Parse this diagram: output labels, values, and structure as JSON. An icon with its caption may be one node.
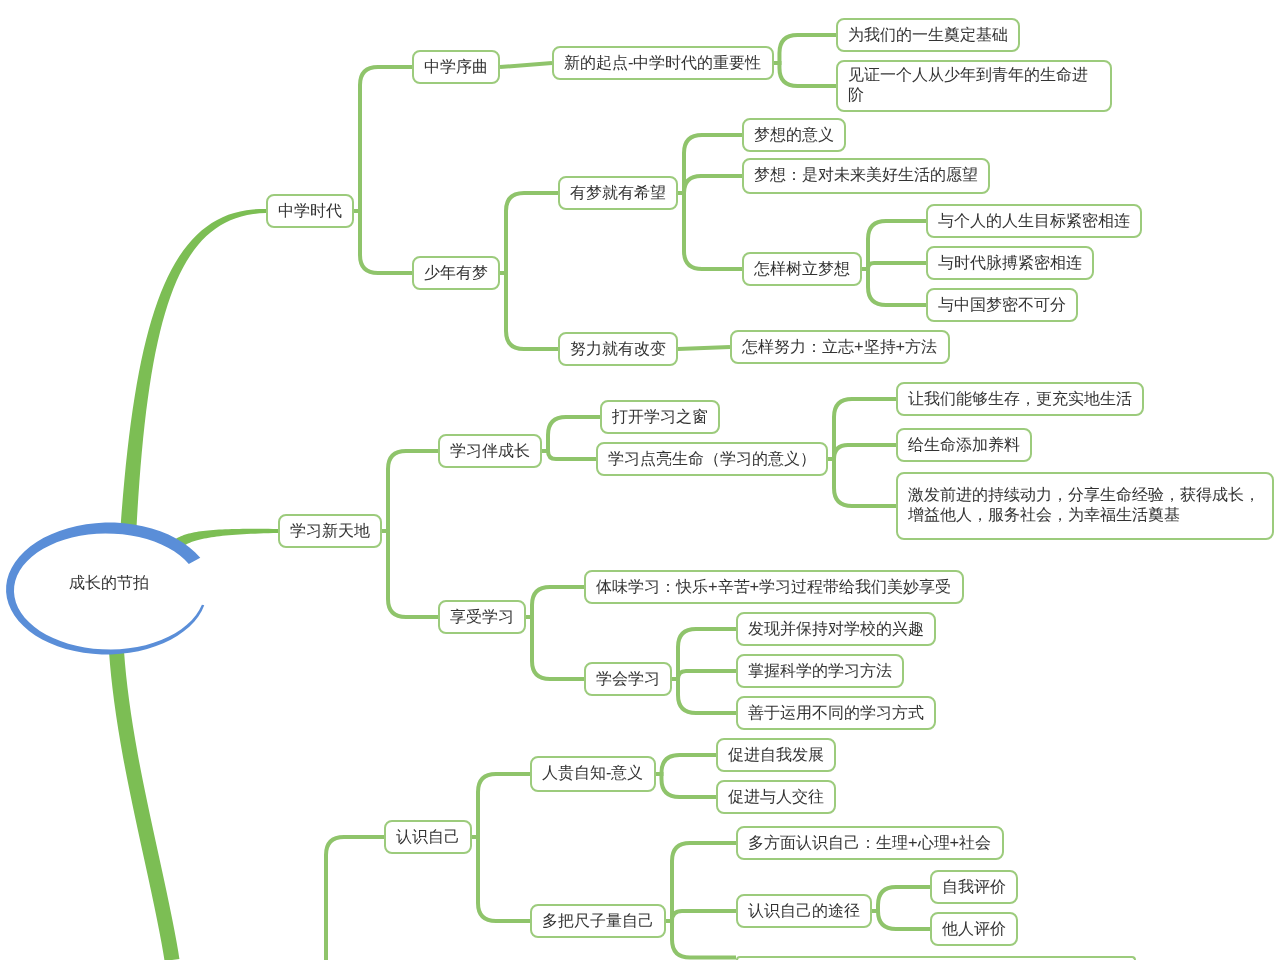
{
  "diagram": {
    "nodes": [
      {
        "text": [
          "成长的节拍"
        ]
      },
      {
        "text": [
          "中学时代"
        ]
      },
      {
        "text": [
          "中学序曲"
        ]
      },
      {
        "text": [
          "新的起点-中学时代的重要性"
        ]
      },
      {
        "text": [
          "为我们的一生奠定基础"
        ]
      },
      {
        "text": [
          "见证一个人从少年到青年的生命进阶"
        ]
      },
      {
        "text": [
          "少年有梦"
        ]
      },
      {
        "text": [
          "有梦就有希望"
        ]
      },
      {
        "text": [
          "梦想的意义"
        ]
      },
      {
        "text": [
          "梦想：是对未来美好生活的愿望"
        ]
      },
      {
        "text": [
          "怎样树立梦想"
        ]
      },
      {
        "text": [
          "与个人的人生目标紧密相连"
        ]
      },
      {
        "text": [
          "与时代脉搏紧密相连"
        ]
      },
      {
        "text": [
          "与中国梦密不可分"
        ]
      },
      {
        "text": [
          "努力就有改变"
        ]
      },
      {
        "text": [
          "怎样努力：立志+坚持+方法"
        ]
      },
      {
        "text": [
          "学习新天地"
        ]
      },
      {
        "text": [
          "学习伴成长"
        ]
      },
      {
        "text": [
          "打开学习之窗"
        ]
      },
      {
        "text": [
          "学习点亮生命（学习的意义）"
        ]
      },
      {
        "text": [
          "让我们能够生存，更充实地生活"
        ]
      },
      {
        "text": [
          "给生命添加养料"
        ]
      },
      {
        "text": [
          "激发前进的持续动力，分享生命经验，获得成长，增益他人，服务社会，为幸福生活奠基"
        ]
      },
      {
        "text": [
          "享受学习"
        ]
      },
      {
        "text": [
          "体味学习：快乐+辛苦+学习过程带给我们美妙享受"
        ]
      },
      {
        "text": [
          "学会学习"
        ]
      },
      {
        "text": [
          "发现并保持对学校的兴趣"
        ]
      },
      {
        "text": [
          "掌握科学的学习方法"
        ]
      },
      {
        "text": [
          "善于运用不同的学习方式"
        ]
      },
      {
        "text": [
          "认识自己"
        ]
      },
      {
        "text": [
          "人贵自知-意义"
        ]
      },
      {
        "text": [
          "促进自我发展"
        ]
      },
      {
        "text": [
          "促进与人交往"
        ]
      },
      {
        "text": [
          "多把尺子量自己"
        ]
      },
      {
        "text": [
          "多方面认识自己：生理+心理+社会"
        ]
      },
      {
        "text": [
          "认识自己的途径"
        ]
      },
      {
        "text": [
          "自我评价"
        ]
      },
      {
        "text": [
          "他人评价"
        ]
      },
      {
        "text": [],
        "shape": "box"
      }
    ],
    "edges": [
      {
        "from": 0,
        "to": 1,
        "arrow": "none",
        "style": "thick"
      },
      {
        "from": 1,
        "to": 2,
        "arrow": "none"
      },
      {
        "from": 2,
        "to": 3,
        "arrow": "none"
      },
      {
        "from": 3,
        "to": 4,
        "arrow": "none"
      },
      {
        "from": 3,
        "to": 5,
        "arrow": "none"
      },
      {
        "from": 1,
        "to": 6,
        "arrow": "none"
      },
      {
        "from": 6,
        "to": 7,
        "arrow": "none"
      },
      {
        "from": 7,
        "to": 8,
        "arrow": "none"
      },
      {
        "from": 7,
        "to": 9,
        "arrow": "none"
      },
      {
        "from": 7,
        "to": 10,
        "arrow": "none"
      },
      {
        "from": 10,
        "to": 11,
        "arrow": "none"
      },
      {
        "from": 10,
        "to": 12,
        "arrow": "none"
      },
      {
        "from": 10,
        "to": 13,
        "arrow": "none"
      },
      {
        "from": 6,
        "to": 14,
        "arrow": "none"
      },
      {
        "from": 14,
        "to": 15,
        "arrow": "none"
      },
      {
        "from": 0,
        "to": 16,
        "arrow": "none",
        "style": "thick"
      },
      {
        "from": 16,
        "to": 17,
        "arrow": "none"
      },
      {
        "from": 17,
        "to": 18,
        "arrow": "none"
      },
      {
        "from": 17,
        "to": 19,
        "arrow": "none"
      },
      {
        "from": 19,
        "to": 20,
        "arrow": "none"
      },
      {
        "from": 19,
        "to": 21,
        "arrow": "none"
      },
      {
        "from": 19,
        "to": 22,
        "arrow": "none"
      },
      {
        "from": 16,
        "to": 23,
        "arrow": "none"
      },
      {
        "from": 23,
        "to": 24,
        "arrow": "none"
      },
      {
        "from": 23,
        "to": 25,
        "arrow": "none"
      },
      {
        "from": 25,
        "to": 26,
        "arrow": "none"
      },
      {
        "from": 25,
        "to": 27,
        "arrow": "none"
      },
      {
        "from": 25,
        "to": 28,
        "arrow": "none"
      },
      {
        "from": 0,
        "to": null,
        "arrow": "none",
        "style": "thick"
      },
      {
        "from": null,
        "to": 29,
        "arrow": "none"
      },
      {
        "from": 29,
        "to": 30,
        "arrow": "none"
      },
      {
        "from": 30,
        "to": 31,
        "arrow": "none"
      },
      {
        "from": 30,
        "to": 32,
        "arrow": "none"
      },
      {
        "from": 29,
        "to": 33,
        "arrow": "none"
      },
      {
        "from": 33,
        "to": 34,
        "arrow": "none"
      },
      {
        "from": 33,
        "to": 35,
        "arrow": "none"
      },
      {
        "from": 35,
        "to": 36,
        "arrow": "none"
      },
      {
        "from": 35,
        "to": 37,
        "arrow": "none"
      },
      {
        "from": 33,
        "to": 38,
        "arrow": "none"
      }
    ]
  }
}
